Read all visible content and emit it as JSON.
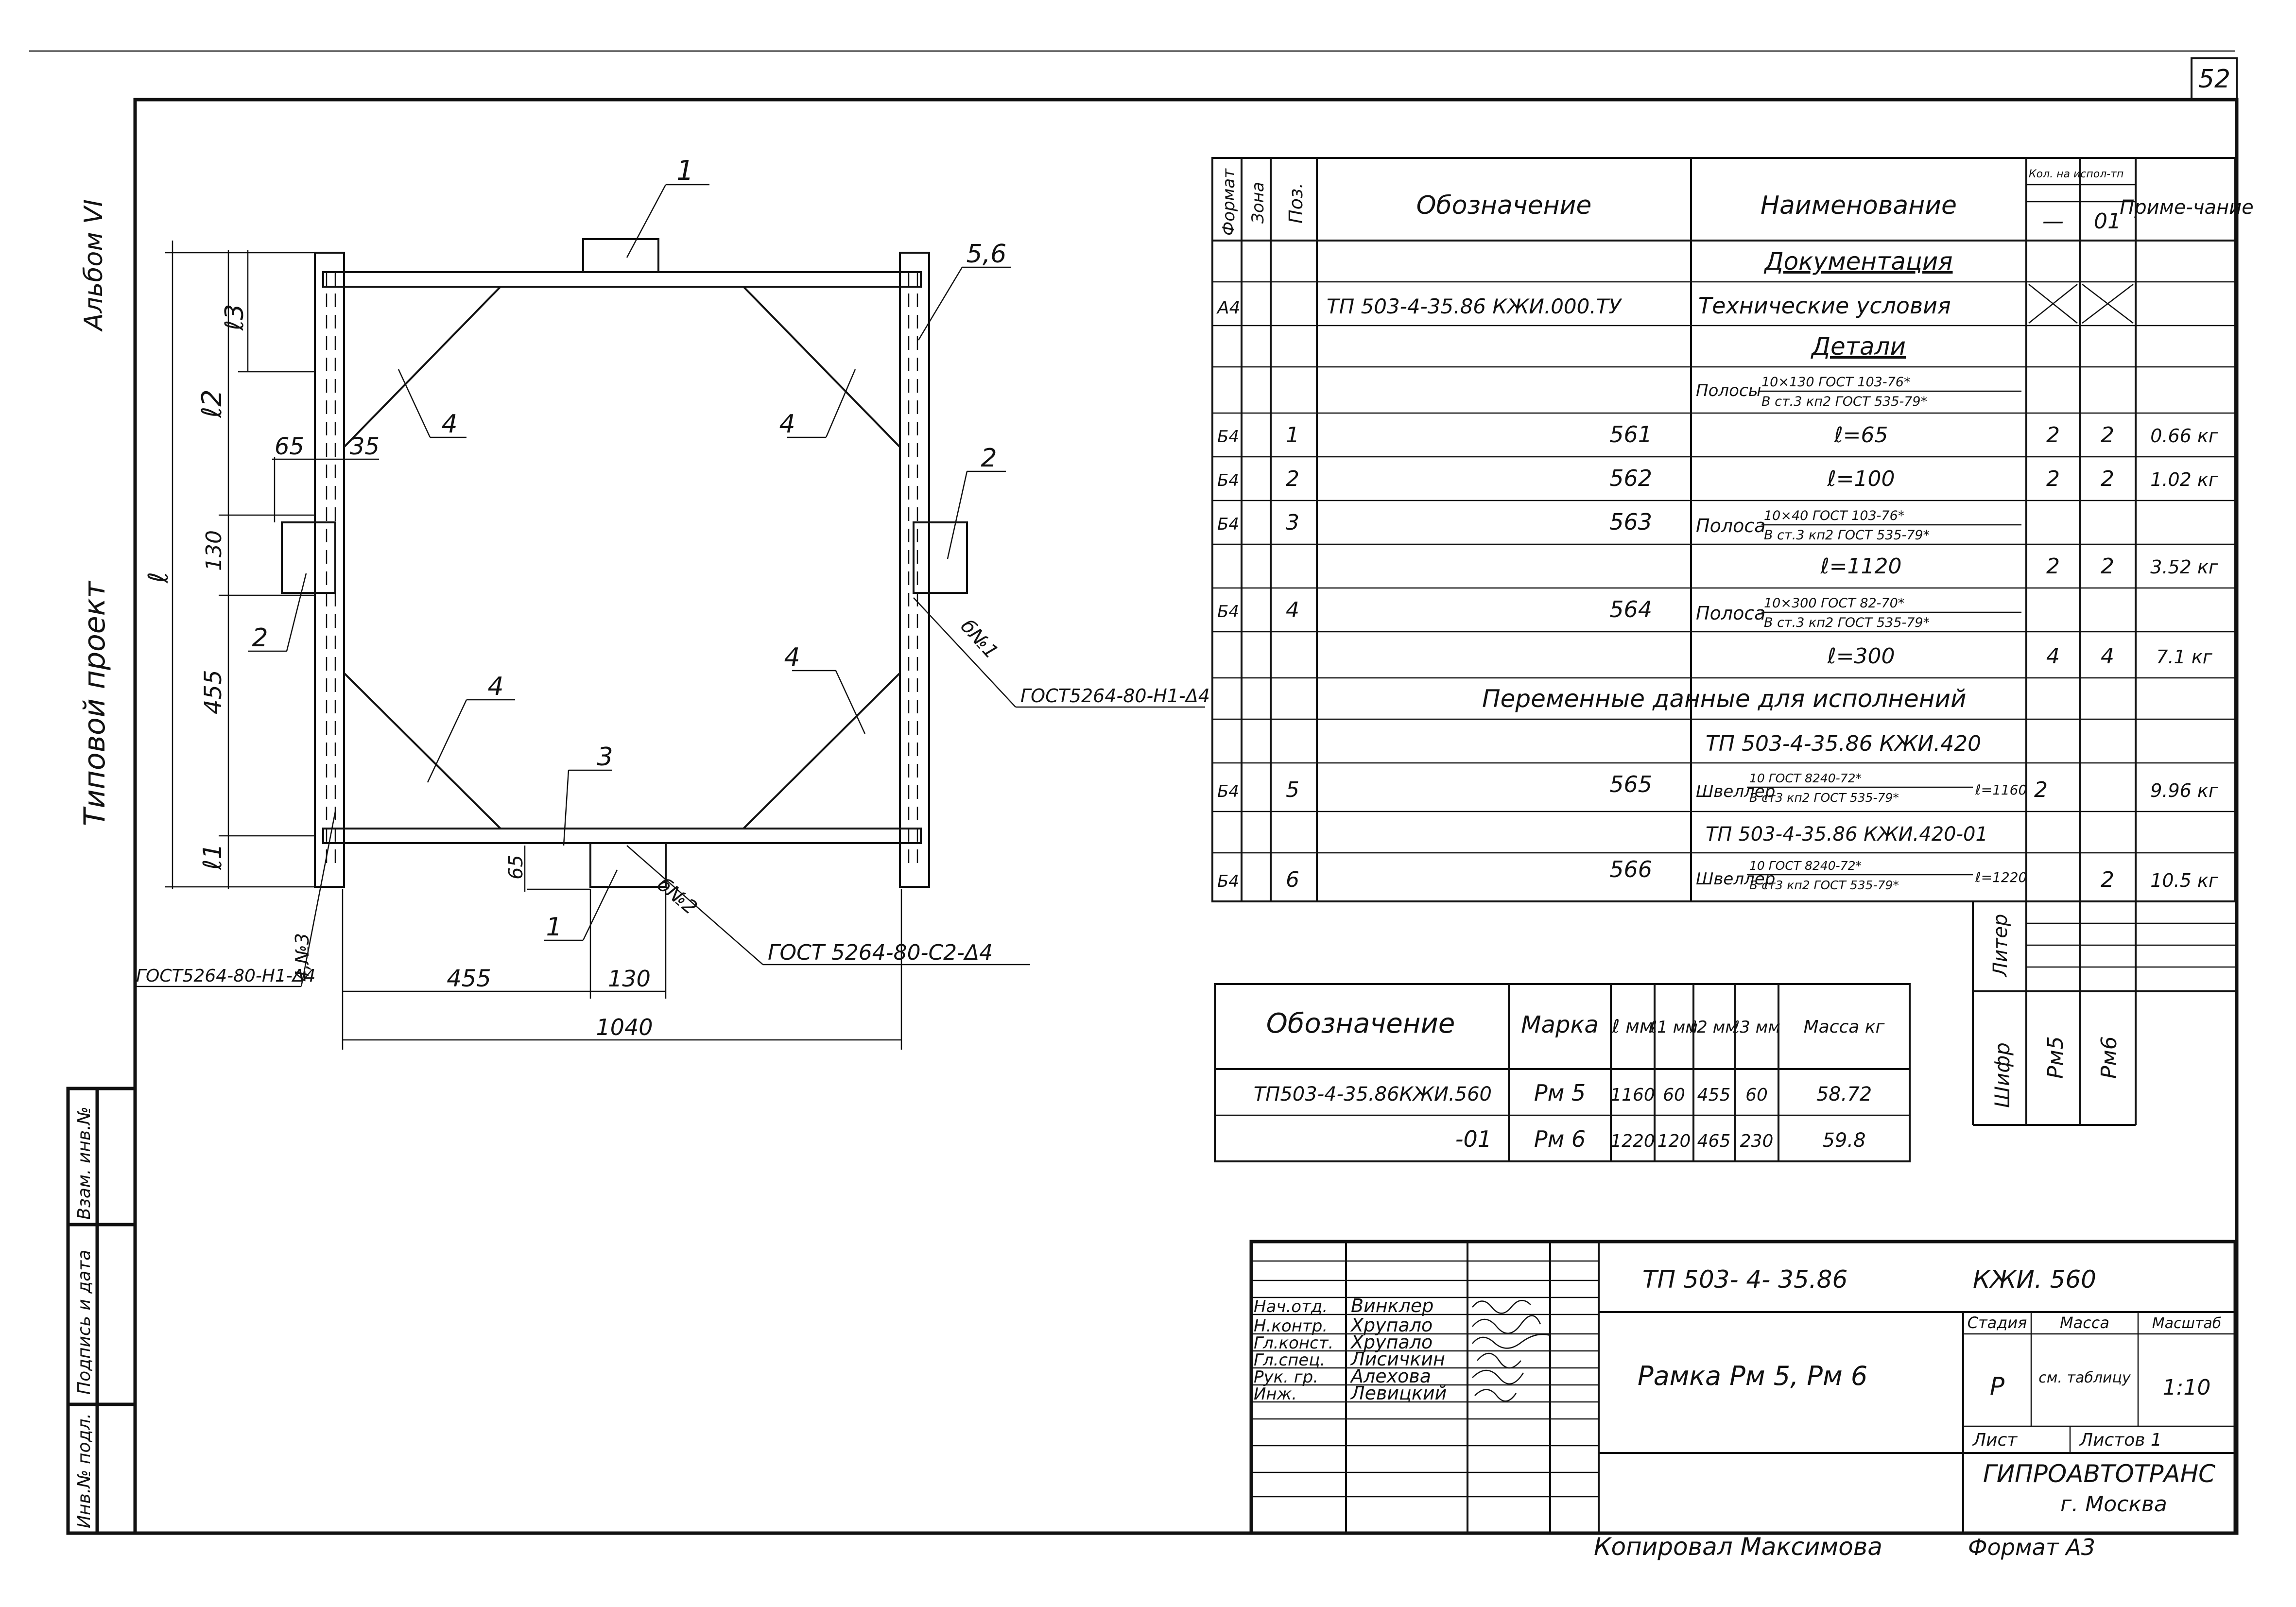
{
  "sheet_number": "52",
  "side_binding": {
    "album": "Альбом VI",
    "project": "Типовой проект",
    "inv_vzam": "Взам. инв.№",
    "signature_date": "Подпись и дата",
    "inv_podl": "Инв.№ подл."
  },
  "drawing": {
    "pos1_top": "1",
    "pos56": "5,6",
    "pos4_a": "4",
    "pos4_b": "4",
    "pos4_c": "4",
    "pos4_d": "4",
    "pos2_right": "2",
    "pos2_left": "2",
    "pos3": "3",
    "pos1_bottom": "1",
    "dim_l3": "ℓ3",
    "dim_l2": "ℓ2",
    "dim_l": "ℓ",
    "dim_l1": "ℓ1",
    "dim_65_top": "65",
    "dim_35": "35",
    "dim_130_v": "130",
    "dim_455_v": "455",
    "dim_65_bottom": "65",
    "dim_455_h": "455",
    "dim_130_h": "130",
    "dim_1040": "1040",
    "weld1_sym": "б№1",
    "weld1_std": "ГОСТ5264-80-Н1-Δ4",
    "weld2_sym": "б№2",
    "weld2_std": "ГОСТ 5264-80-С2-Δ4",
    "weld3_sym": "4,№3",
    "weld3_std": "ГОСТ5264-80-Н1-Δ4"
  },
  "spec_table": {
    "headers": {
      "format": "Формат",
      "zone": "Зона",
      "pos": "Поз.",
      "designation": "Обозначение",
      "name": "Наименование",
      "qty": "Кол. на испол-тп",
      "qty_dash": "—",
      "qty_01": "01",
      "note": "Приме-чание"
    },
    "section_docs": "Документация",
    "doc_row": {
      "format": "А4",
      "designation": "ТП 503-4-35.86  КЖИ.000.ТУ",
      "name": "Технические условия"
    },
    "section_parts": "Детали",
    "strip_header": {
      "name_prefix": "Полосы",
      "num": "10×130  ГОСТ 103-76*",
      "den": "В ст.3 кп2 ГОСТ 535-79*"
    },
    "rows": [
      {
        "format": "Б4",
        "pos": "1",
        "designation": "561",
        "name": "ℓ=65",
        "q1": "2",
        "q2": "2",
        "note": "0.66 кг"
      },
      {
        "format": "Б4",
        "pos": "2",
        "designation": "562",
        "name": "ℓ=100",
        "q1": "2",
        "q2": "2",
        "note": "1.02 кг"
      },
      {
        "format": "Б4",
        "pos": "3",
        "designation": "563",
        "name_prefix": "Полоса",
        "num": "10×40  ГОСТ 103-76*",
        "den": "В ст.3 кп2 ГОСТ 535-79*"
      },
      {
        "name": "ℓ=1120",
        "q1": "2",
        "q2": "2",
        "note": "3.52 кг"
      },
      {
        "format": "Б4",
        "pos": "4",
        "designation": "564",
        "name_prefix": "Полоса",
        "num": "10×300  ГОСТ 82-70*",
        "den": "В ст.3 кп2 ГОСТ 535-79*"
      },
      {
        "name": "ℓ=300",
        "q1": "4",
        "q2": "4",
        "note": "7.1 кг"
      }
    ],
    "section_variable": "Переменные данные для исполнений",
    "variant_1": "ТП 503-4-35.86 КЖИ.420",
    "row5": {
      "format": "Б4",
      "pos": "5",
      "designation": "565",
      "name_prefix": "Швеллер",
      "num": "10 ГОСТ 8240-72*",
      "den": "В ст3 кп2 ГОСТ 535-79*",
      "len": "ℓ=1160",
      "q1": "2",
      "note": "9.96 кг"
    },
    "variant_2": "ТП 503-4-35.86 КЖИ.420-01",
    "row6": {
      "format": "Б4",
      "pos": "6",
      "designation": "566",
      "name_prefix": "Швеллер",
      "num": "10 ГОСТ 8240-72*",
      "den": "В ст3 кп2 ГОСТ 535-79*",
      "len": "ℓ=1220",
      "q2": "2",
      "note": "10.5 кг"
    }
  },
  "cipher_block": {
    "liter": "Литер",
    "cipher": "Шифр",
    "rm5": "Рм5",
    "rm6": "Рм6"
  },
  "variant_table": {
    "headers": {
      "designation": "Обозначение",
      "mark": "Марка",
      "l": "ℓ мм",
      "l1": "ℓ1 мм",
      "l2": "ℓ2 мм",
      "l3": "ℓ3 мм",
      "mass": "Масса кг"
    },
    "rows": [
      {
        "designation": "ТП503-4-35.86КЖИ.560",
        "mark": "Рм 5",
        "l": "1160",
        "l1": "60",
        "l2": "455",
        "l3": "60",
        "mass": "58.72"
      },
      {
        "designation": "-01",
        "mark": "Рм 6",
        "l": "1220",
        "l1": "120",
        "l2": "465",
        "l3": "230",
        "mass": "59.8"
      }
    ]
  },
  "title_block": {
    "project_code": "ТП 503- 4- 35.86",
    "doc_code": "КЖИ. 560",
    "title": "Рамка  Рм 5,  Рм 6",
    "stage_label": "Стадия",
    "mass_label": "Масса",
    "scale_label": "Масштаб",
    "stage": "Р",
    "mass": "см. таблицу",
    "scale": "1:10",
    "sheet_label": "Лист",
    "sheets_label": "Листов 1",
    "org": "ГИПРОАВТОТРАНС",
    "city": "г. Москва",
    "signers": [
      {
        "role": "Нач.отд.",
        "name": "Винклер"
      },
      {
        "role": "Н.контр.",
        "name": "Хрупало"
      },
      {
        "role": "Гл.конст.",
        "name": "Хрупало"
      },
      {
        "role": "Гл.спец.",
        "name": "Лисичкин"
      },
      {
        "role": "Рук. гр.",
        "name": "Алехова"
      },
      {
        "role": "Инж.",
        "name": "Левицкий"
      }
    ]
  },
  "footer": {
    "copied": "Копировал  Максимова",
    "format": "Формат А3"
  }
}
